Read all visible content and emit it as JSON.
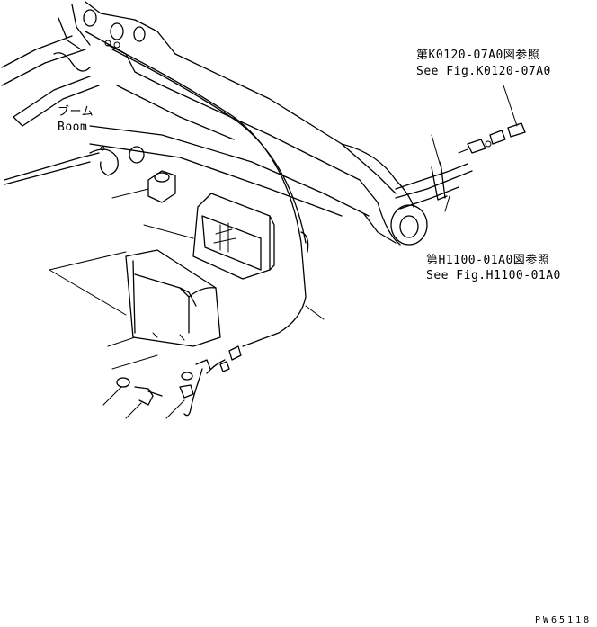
{
  "labels": {
    "boom_jp": "ブーム",
    "boom_en": "Boom",
    "ref_top_jp": "第K0120-07A0図参照",
    "ref_top_en": "See Fig.K0120-07A0",
    "ref_mid_jp": "第H1100-01A0図参照",
    "ref_mid_en": "See Fig.H1100-01A0",
    "drawing_code": "PW65118"
  }
}
